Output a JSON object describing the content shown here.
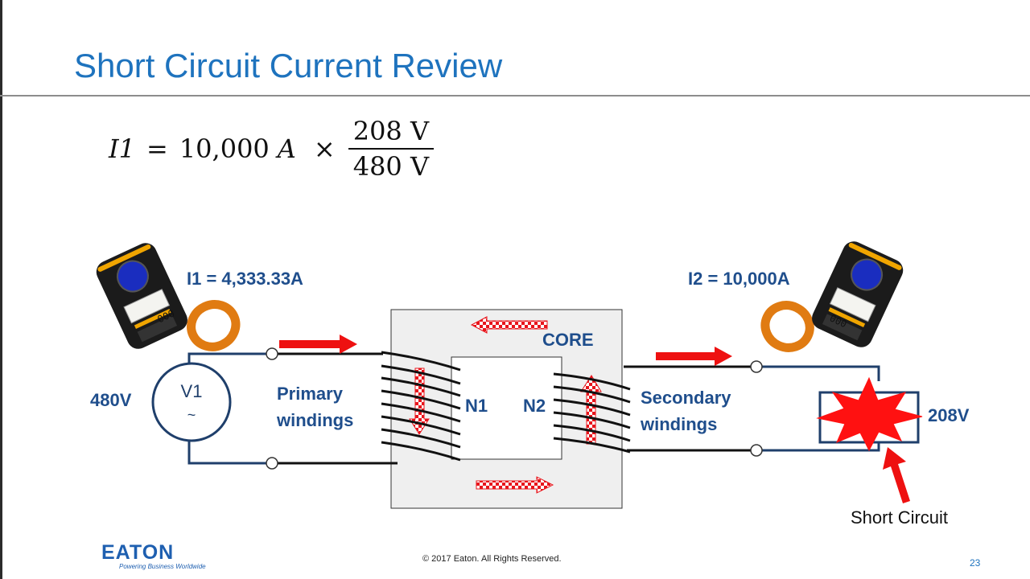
{
  "slide": {
    "title": "Short Circuit Current Review",
    "page_number": "23",
    "copyright": "© 2017 Eaton. All Rights Reserved."
  },
  "equation": {
    "lhs": "I1",
    "equals": "=",
    "amount": "10,000",
    "unit": "A",
    "times": "×",
    "numerator": "208 V",
    "denominator": "480 V"
  },
  "diagram": {
    "i1_label": "I1 = 4,333.33A",
    "i2_label": "I2 = 10,000A",
    "source_voltage": "480V",
    "source_name": "V1",
    "source_symbol": "~",
    "primary_label_line1": "Primary",
    "primary_label_line2": "windings",
    "secondary_label_line1": "Secondary",
    "secondary_label_line2": "windings",
    "core_label": "CORE",
    "n1_label": "N1",
    "n2_label": "N2",
    "load_voltage": "208V",
    "fault_label": "Short Circuit",
    "meter_reading": "000"
  },
  "logo": {
    "name": "EATON",
    "tagline": "Powering Business Worldwide"
  },
  "colors": {
    "title_blue": "#1e73be",
    "label_blue": "#1f4e8c",
    "arrow_red": "#ee1111",
    "wire_navy": "#1f3f6b",
    "core_gray": "#efefef"
  }
}
